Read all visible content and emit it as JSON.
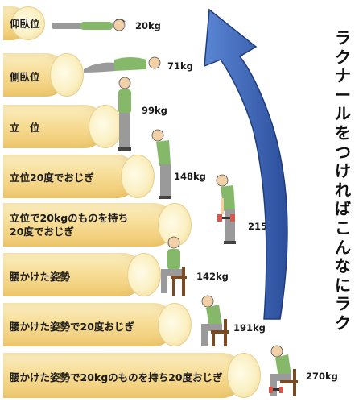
{
  "postures": [
    {
      "label": "仰臥位",
      "weight": "20kg"
    },
    {
      "label": "側臥位",
      "weight": "71kg"
    },
    {
      "label": "立　位",
      "weight": "99kg"
    },
    {
      "label": "立位20度でおじぎ",
      "weight": "148kg"
    },
    {
      "label_line1": "立位で20kgのものを持ち",
      "label_line2": "20度でおじぎ",
      "weight": "215kg"
    },
    {
      "label": "腰かけた姿勢",
      "weight": "142kg"
    },
    {
      "label": "腰かけた姿勢で20度おじぎ",
      "weight": "191kg"
    },
    {
      "label": "腰かけた姿勢で20kgのものを持ち20度おじぎ",
      "weight": "270kg"
    }
  ],
  "side_text": "ラクナールをつければこんなにラク",
  "colors": {
    "cylinder": "#f7dd97",
    "arrow": "#3f67b8",
    "shirt": "#86b86a",
    "pants": "#9a9a9a",
    "skin": "#f1d0a8",
    "chair": "#7a4a22",
    "weight": "#d9574a"
  }
}
